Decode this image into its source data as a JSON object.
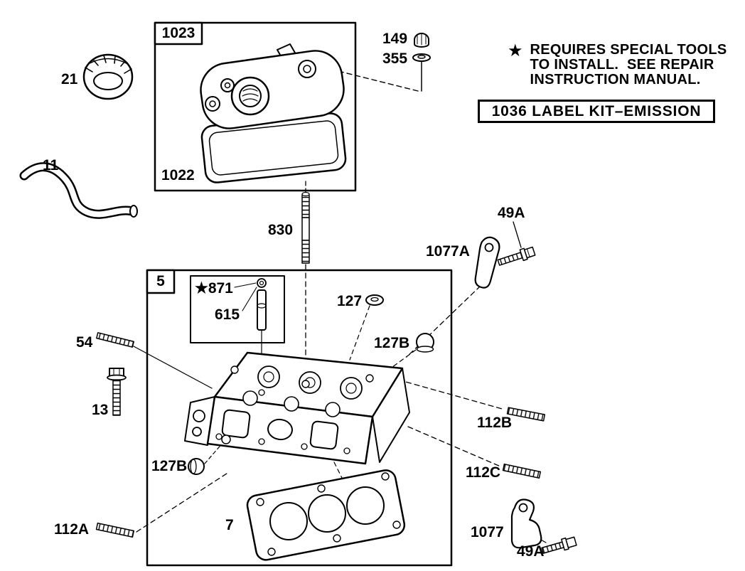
{
  "note": {
    "star": "★",
    "lines": [
      "REQUIRES SPECIAL TOOLS",
      "TO INSTALL.  SEE REPAIR",
      "INSTRUCTION MANUAL."
    ]
  },
  "label_kit": {
    "text": "1036 LABEL KIT–EMISSION"
  },
  "groups": {
    "valve_cover_box": "1023",
    "head_box": "5"
  },
  "parts": {
    "oil_cap": "21",
    "hose": "11",
    "valve_cover": "1022",
    "push_nut": "149",
    "washer": "355",
    "long_stud": "830",
    "screw_top": "49A",
    "bracket_top": "1077A",
    "guide_seal": "★871",
    "valve_guide": "615",
    "seal": "127",
    "plug_right": "127B",
    "short_stud": "54",
    "bolt": "13",
    "stud_112b": "112B",
    "stud_112c": "112C",
    "plug_left": "127B",
    "stud_112a": "112A",
    "head_gasket": "7",
    "bracket_bottom": "1077",
    "screw_bottom": "49A"
  }
}
